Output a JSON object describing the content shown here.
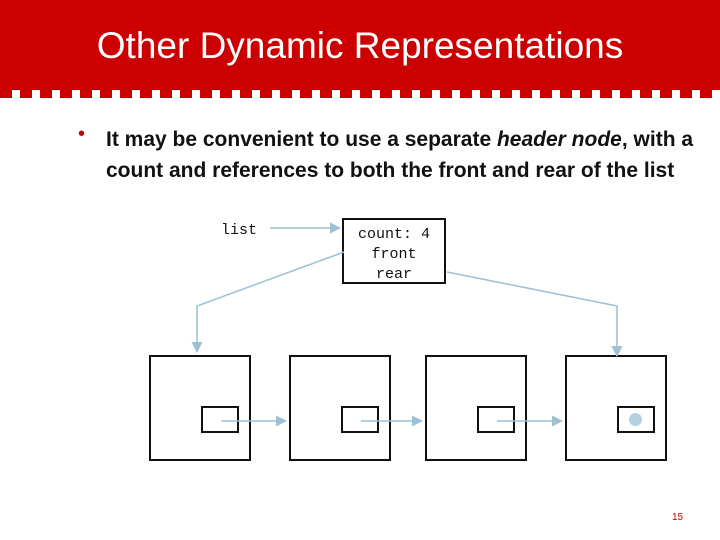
{
  "title": "Other Dynamic Representations",
  "bullet": {
    "marker": "•",
    "before": "It may be convenient to use a separate ",
    "emphasis": "header node",
    "after": ", with a count and references to both the front and rear of the list"
  },
  "diagram": {
    "list_label": "list",
    "header_node": {
      "count_line": "count: 4",
      "front_line": "front",
      "rear_line": "rear"
    },
    "node_count": 4,
    "arrow_color": "#9ec2d3"
  },
  "page_number": "15"
}
